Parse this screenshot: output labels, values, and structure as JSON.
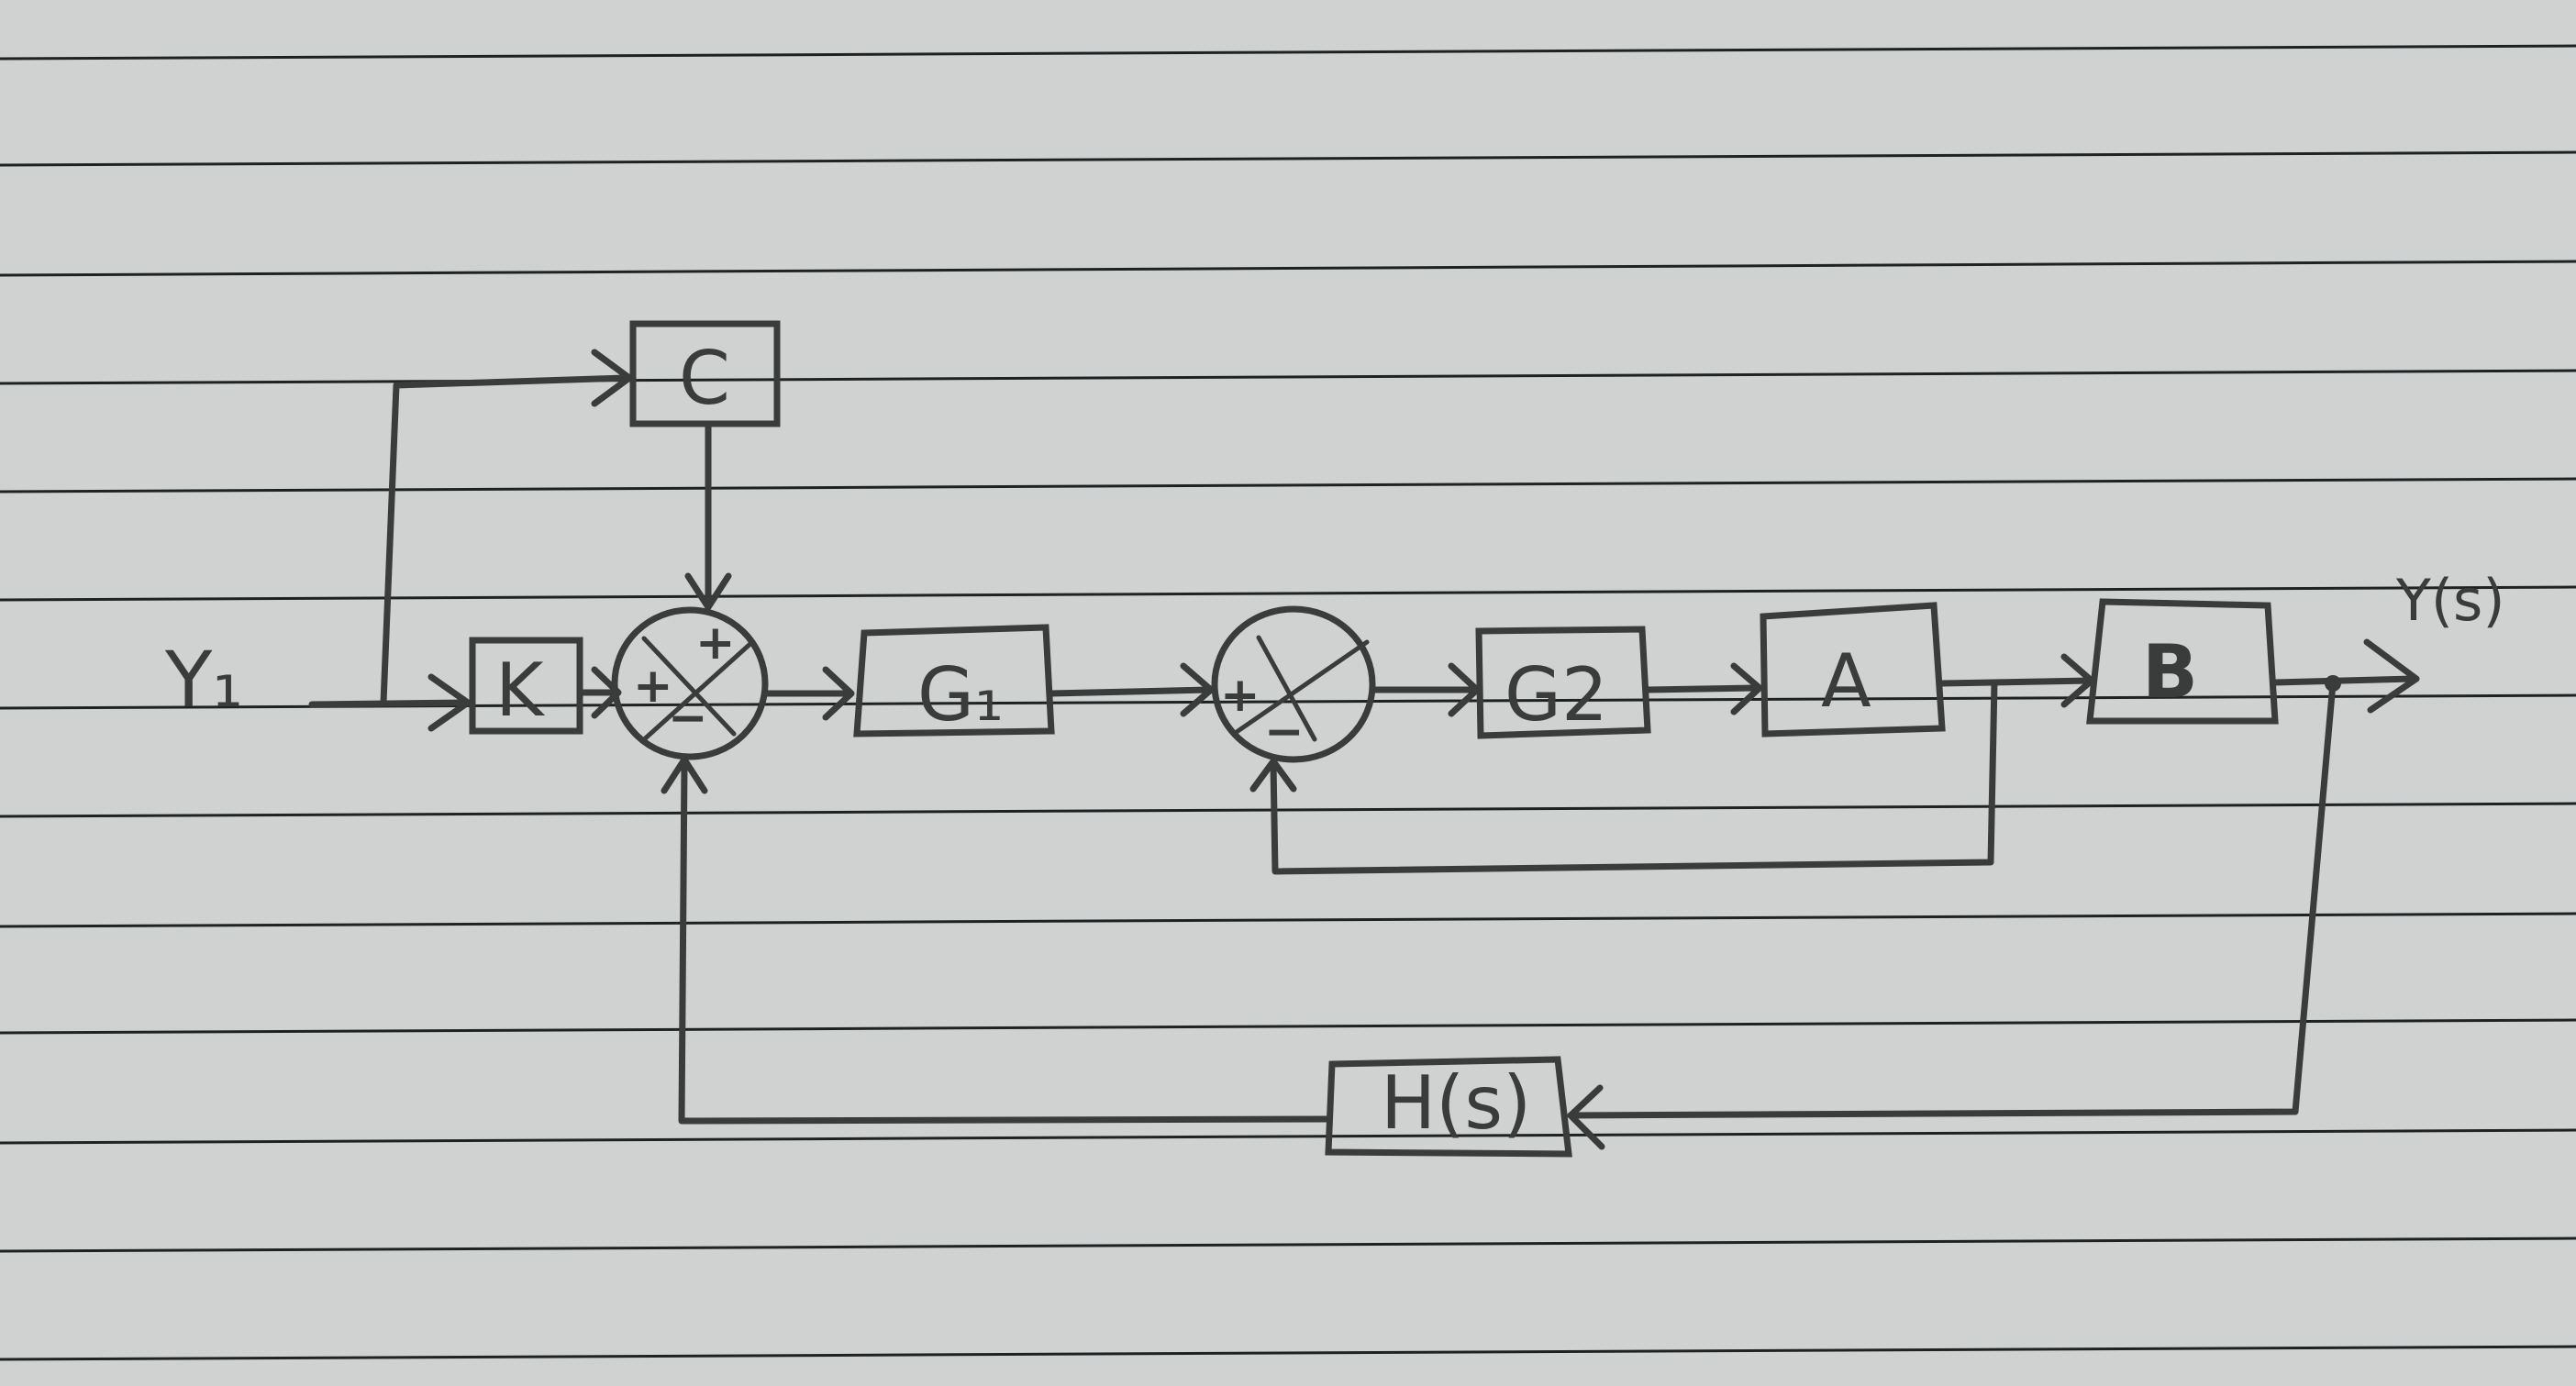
{
  "diagram": {
    "type": "control-system block diagram (hand-drawn on lined paper)",
    "input_label": "Y₁",
    "output_label": "Y(s)",
    "blocks": {
      "K": "K",
      "C": "C",
      "G1": "G₁",
      "G2": "G2",
      "A": "A",
      "B": "B",
      "H": "H(s)"
    },
    "junctions": [
      {
        "id": "sum1",
        "signs": {
          "left": "+",
          "top": "+",
          "bottom": "−"
        },
        "inputs": [
          "K output (+)",
          "C output (+)",
          "H(s) feedback (−)"
        ]
      },
      {
        "id": "sum2",
        "signs": {
          "left": "+",
          "bottom": "−"
        },
        "inputs": [
          "G₁ output (+)",
          "A output feedback (−)"
        ]
      }
    ],
    "connections": [
      "Y₁ → K",
      "Y₁ → C (feedforward branch)",
      "K → sum1 (+)",
      "C → sum1 (+)",
      "sum1 → G₁",
      "G₁ → sum2 (+)",
      "sum2 → G2",
      "G2 → A",
      "A → B",
      "A output → sum2 (−) (inner feedback, unity)",
      "B → Y(s)",
      "Y(s) → H(s) → sum1 (−) (outer feedback)"
    ]
  }
}
